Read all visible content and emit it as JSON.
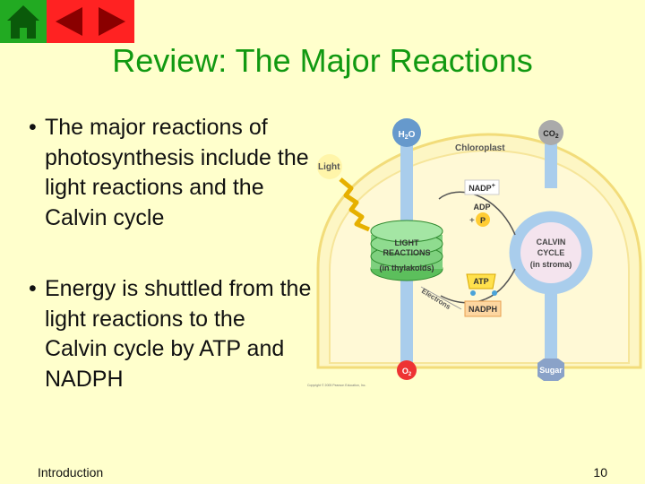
{
  "nav": {
    "home_icon": "house-icon",
    "prev_icon": "triangle-left-icon",
    "next_icon": "triangle-right-icon"
  },
  "slide": {
    "title": "Review:  The Major Reactions",
    "bullets": [
      "The major reactions of photosynthesis include the light reactions and the Calvin cycle",
      "Energy is shuttled from the light reactions to the Calvin cycle by ATP and NADPH"
    ],
    "bullet_char": "•"
  },
  "diagram": {
    "h2o": "H",
    "h2o_sub": "2",
    "h2o_end": "O",
    "co2": "CO",
    "co2_sub": "2",
    "chloroplast": "Chloroplast",
    "light": "Light",
    "nadp": "NADP",
    "nadp_sup": "+",
    "adp": "ADP",
    "plus": "+",
    "p": "P",
    "light_reactions_1": "LIGHT",
    "light_reactions_2": "REACTIONS",
    "light_reactions_3": "(in thylakoids)",
    "calvin_1": "CALVIN",
    "calvin_2": "CYCLE",
    "calvin_3": "(in stroma)",
    "atp": "ATP",
    "nadph": "NADPH",
    "electrons": "Electrons",
    "o2": "O",
    "o2_sub": "2",
    "sugar": "Sugar",
    "copyright": "Copyright © 2005 Pearson Education, Inc."
  },
  "footer": {
    "left": "Introduction",
    "page": "10"
  },
  "colors": {
    "background": "#ffffcc",
    "title": "#119911",
    "home": "#22aa22",
    "nav": "#ff2222"
  }
}
